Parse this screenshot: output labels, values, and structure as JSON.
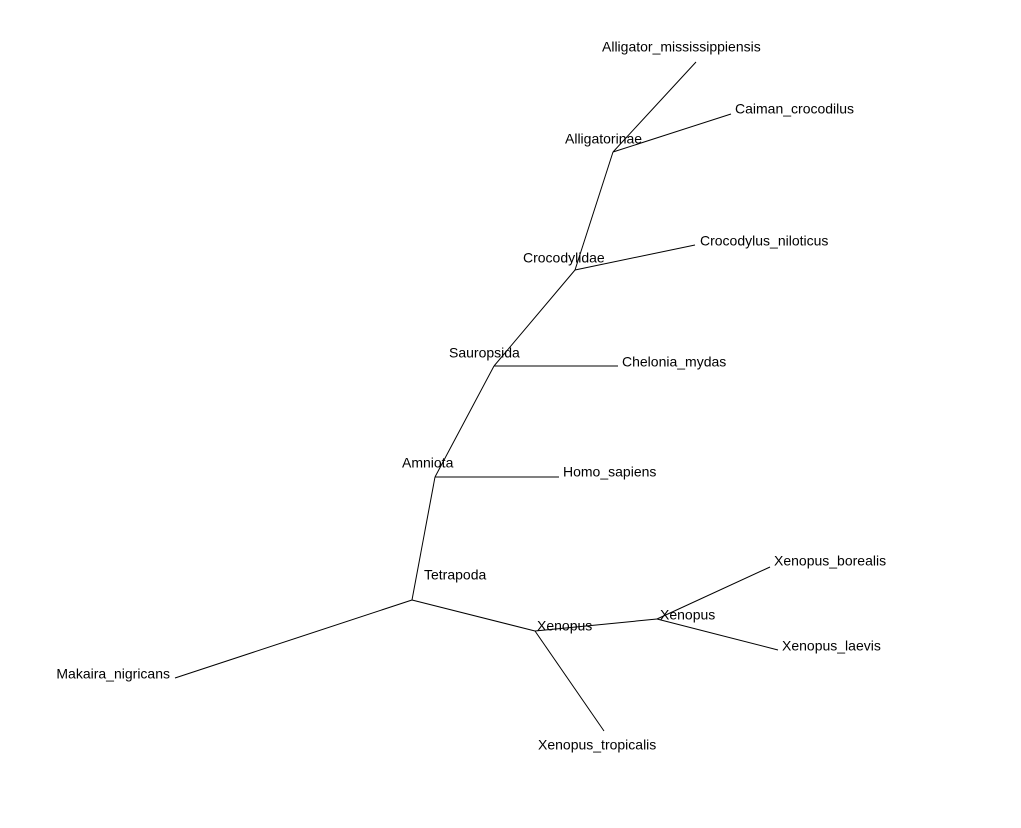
{
  "tree": {
    "nodes": [
      {
        "id": "n_tetrapoda_root",
        "label": ""
      },
      {
        "id": "n_amniota",
        "label": "Amniota"
      },
      {
        "id": "n_sauropsida",
        "label": "Sauropsida"
      },
      {
        "id": "n_crocodylidae",
        "label": "Crocodylidae"
      },
      {
        "id": "n_alligatorinae",
        "label": "Alligatorinae"
      },
      {
        "id": "n_xenopus_outer",
        "label": "Xenopus"
      },
      {
        "id": "n_xenopus_inner",
        "label": "Xenopus"
      },
      {
        "id": "leaf_makaira",
        "label": "Makaira_nigricans"
      },
      {
        "id": "leaf_homo",
        "label": "Homo_sapiens"
      },
      {
        "id": "leaf_chelonia",
        "label": "Chelonia_mydas"
      },
      {
        "id": "leaf_crocodylus",
        "label": "Crocodylus_niloticus"
      },
      {
        "id": "leaf_alligator",
        "label": "Alligator_mississippiensis"
      },
      {
        "id": "leaf_caiman",
        "label": "Caiman_crocodilus"
      },
      {
        "id": "leaf_xtropicalis",
        "label": "Xenopus_tropicalis"
      },
      {
        "id": "leaf_xborealis",
        "label": "Xenopus_borealis"
      },
      {
        "id": "leaf_xlaevis",
        "label": "Xenopus_laevis"
      }
    ],
    "edges": [
      [
        "n_tetrapoda_root",
        "leaf_makaira"
      ],
      [
        "n_tetrapoda_root",
        "n_amniota"
      ],
      [
        "n_tetrapoda_root",
        "n_xenopus_outer"
      ],
      [
        "n_amniota",
        "leaf_homo"
      ],
      [
        "n_amniota",
        "n_sauropsida"
      ],
      [
        "n_sauropsida",
        "leaf_chelonia"
      ],
      [
        "n_sauropsida",
        "n_crocodylidae"
      ],
      [
        "n_crocodylidae",
        "leaf_crocodylus"
      ],
      [
        "n_crocodylidae",
        "n_alligatorinae"
      ],
      [
        "n_alligatorinae",
        "leaf_alligator"
      ],
      [
        "n_alligatorinae",
        "leaf_caiman"
      ],
      [
        "n_xenopus_outer",
        "leaf_xtropicalis"
      ],
      [
        "n_xenopus_outer",
        "n_xenopus_inner"
      ],
      [
        "n_xenopus_inner",
        "leaf_xborealis"
      ],
      [
        "n_xenopus_inner",
        "leaf_xlaevis"
      ]
    ],
    "root_label": "Tetrapoda"
  }
}
